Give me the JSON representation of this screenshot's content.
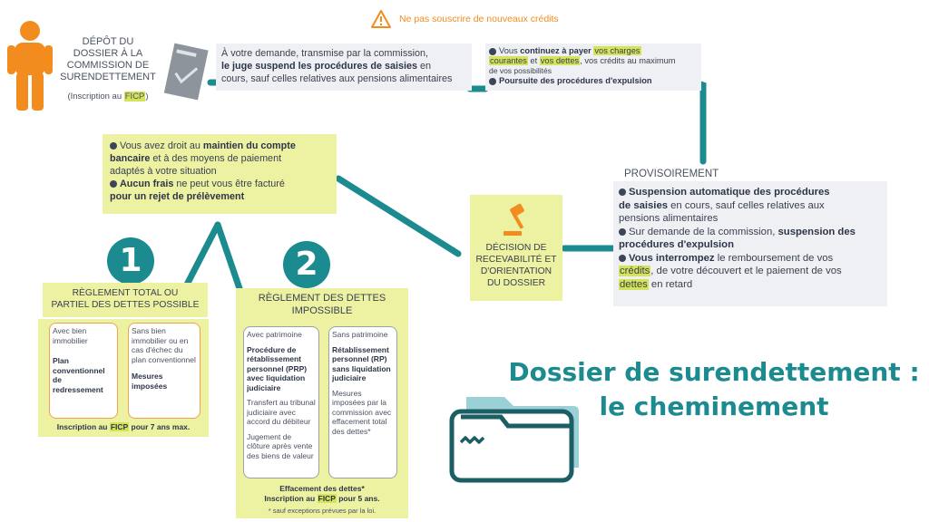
{
  "warning": {
    "text": "Ne pas souscrire de nouveaux crédits"
  },
  "depot": {
    "l1": "DÉPÔT DU",
    "l2": "DOSSIER À LA",
    "l3": "COMMISSION DE",
    "l4": "SURENDETTEMENT",
    "sub_pre": "(Inscription au ",
    "sub_hl": "FICP",
    "sub_post": ")"
  },
  "juge": {
    "l1": "À votre demande, transmise par la commission,",
    "l2_bold": "le juge suspend les procédures de saisies",
    "l2_rest": " en",
    "l3": "cours, sauf celles relatives aux pensions alimentaires"
  },
  "payer": {
    "p1_pre": "Vous ",
    "p1_bold": "continuez à payer",
    "p1_hl1": "vos charges",
    "p1_hl2": "courantes",
    "p1_and": " et ",
    "p1_hl3": "vos dettes",
    "p1_rest": ", vos crédits au maximum",
    "p1_end": "de vos possibilités",
    "p2": "Poursuite des procédures d'expulsion"
  },
  "compte": {
    "p1_pre": "Vous avez droit au ",
    "p1_bold": "maintien du compte",
    "p1_bold2": "bancaire",
    "p1_rest": " et à des moyens de paiement",
    "p1_end": "adaptés à votre situation",
    "p2_bold": "Aucun frais",
    "p2_rest": " ne peut vous être facturé",
    "p2_end": "pour un rejet de prélèvement"
  },
  "decision": {
    "l1": "DÉCISION DE",
    "l2": "RECEVABILITÉ ET",
    "l3": "D'ORIENTATION",
    "l4": "DU DOSSIER"
  },
  "provisoire": {
    "title": "PROVISOIREMENT",
    "b1_bold": "Suspension automatique des procédures",
    "b1_bold2": "de saisies",
    "b1_rest": " en cours, sauf celles relatives aux",
    "b1_end": "pensions alimentaires",
    "b2_pre": "Sur demande de la commission, ",
    "b2_bold": "suspension des",
    "b2_bold2": "procédures d'expulsion",
    "b3_bold": "Vous interrompez",
    "b3_rest": " le remboursement de vos",
    "b3_hl1": "crédits",
    "b3_mid": ", de votre découvert et le paiement de vos",
    "b3_hl2": "dettes",
    "b3_end": " en retard"
  },
  "option1": {
    "number": "1",
    "title_l1": "RÈGLEMENT TOTAL OU",
    "title_l2": "PARTIEL DES DETTES POSSIBLE",
    "left_cond": "Avec bien immobilier",
    "left_bold": "Plan conventionnel de redressement",
    "right_cond": "Sans bien immobilier ou en cas d'échec du plan conventionnel",
    "right_bold": "Mesures imposées",
    "foot_pre": "Inscription au ",
    "foot_hl": "FICP",
    "foot_post": " pour 7 ans max."
  },
  "option2": {
    "number": "2",
    "title_l1": "RÈGLEMENT DES DETTES",
    "title_l2": "IMPOSSIBLE",
    "left_cond": "Avec patrimoine",
    "left_bold": "Procédure de rétablissement personnel (PRP) avec liquidation judiciaire",
    "left_t1": "Transfert au tribunal judiciaire avec accord du débiteur",
    "left_t2": "Jugement de clôture après vente des biens de valeur",
    "right_cond": "Sans patrimoine",
    "right_bold": "Rétablissement personnel (RP) sans liquidation judiciaire",
    "right_t1": "Mesures imposées par la commission avec effacement total des dettes*",
    "foot1": "Effacement des dettes*",
    "foot2_pre": "Inscription au ",
    "foot2_hl": "FICP",
    "foot2_post": " pour 5 ans.",
    "note": "* sauf exceptions prévues par la loi."
  },
  "title": {
    "l1": "Dossier de surendettement :",
    "l2": "le cheminement"
  },
  "colors": {
    "teal": "#1b8b8f",
    "yellow": "#ecf2a2",
    "highlight": "#d5e35a",
    "orange": "#f28c1e",
    "grey": "#eef0f3"
  },
  "icons": [
    "warning-icon",
    "person-icon",
    "document-icon",
    "gavel-icon",
    "folder-icon"
  ]
}
